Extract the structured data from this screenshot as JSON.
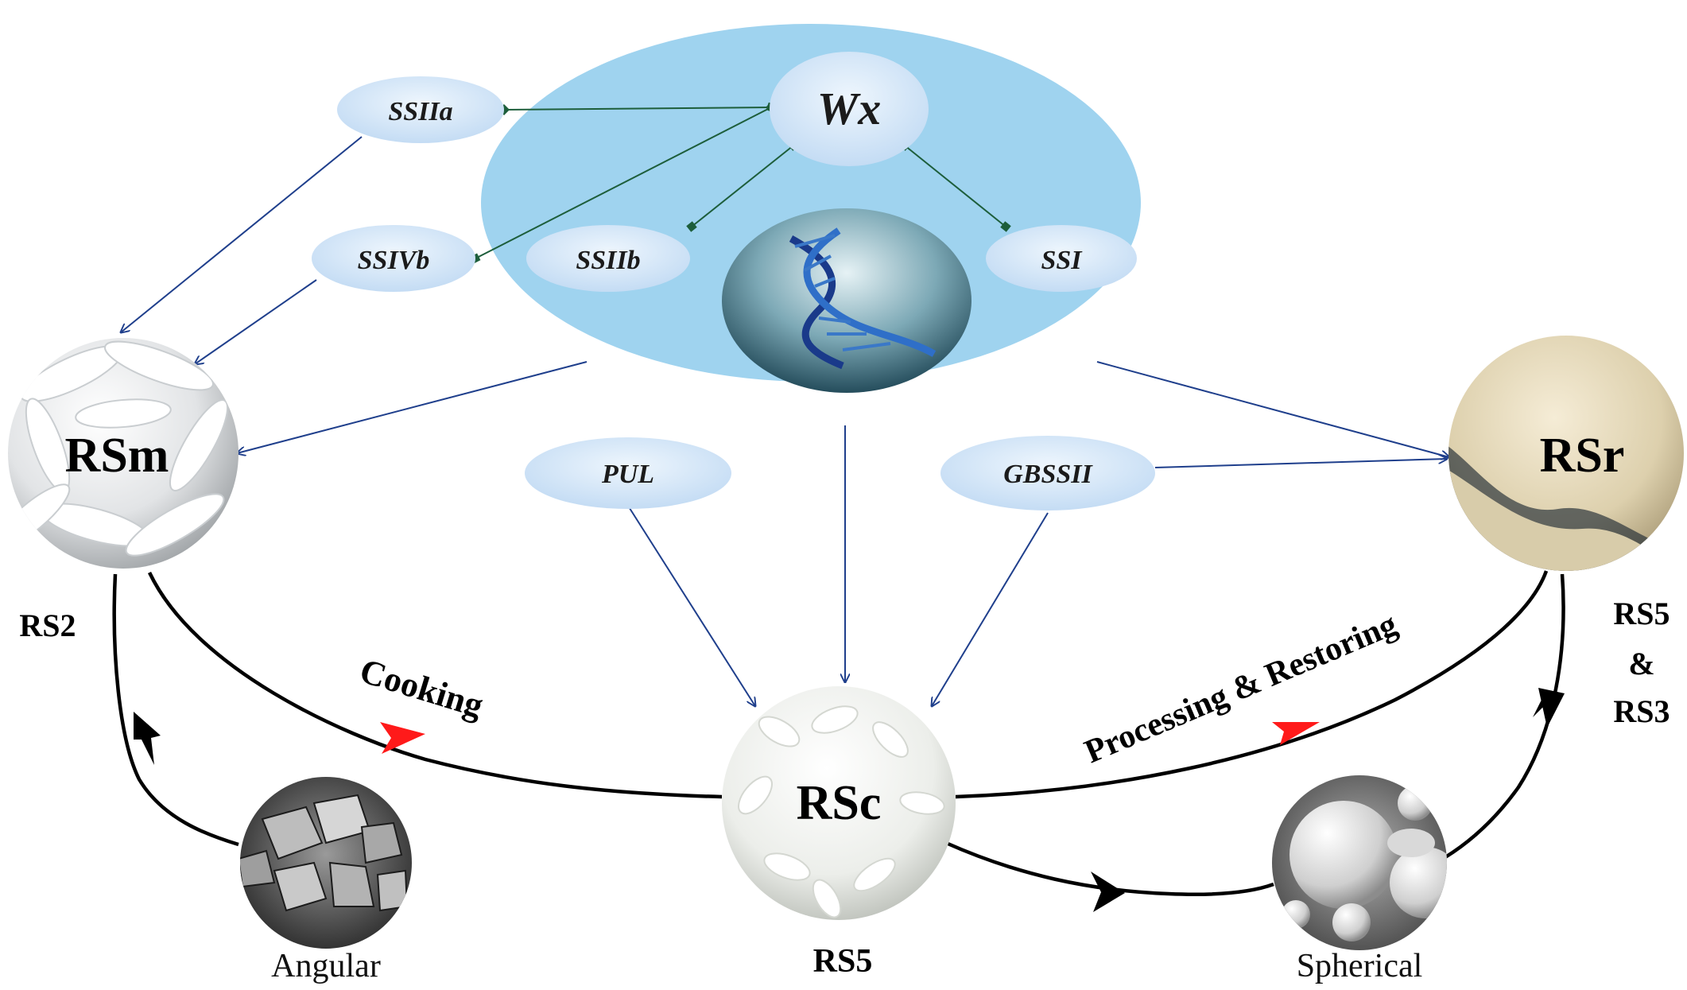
{
  "genes": {
    "wx": "Wx",
    "ssiia": "SSIIa",
    "ssivb": "SSIVb",
    "ssiib": "SSIIb",
    "ssi": "SSI",
    "pul": "PUL",
    "gbssii": "GBSSII"
  },
  "nodes": {
    "rsm": "RSm",
    "rsr": "RSr",
    "rsc": "RSc"
  },
  "labels": {
    "rs2": "RS2",
    "rs5_bottom": "RS5",
    "rs5_right": "RS5",
    "ampersand": "&",
    "rs3": "RS3",
    "cooking": "Cooking",
    "processing": "Processing & Restoring",
    "angular": "Angular",
    "spherical": "Spherical"
  },
  "colors": {
    "ellipse_fill": "#9fd3ef",
    "gene_fill": "#d4e6f8",
    "blue_arrow": "#1f3f8c",
    "green_line": "#1d5e3b",
    "red_arrow": "#ff1a1a"
  }
}
